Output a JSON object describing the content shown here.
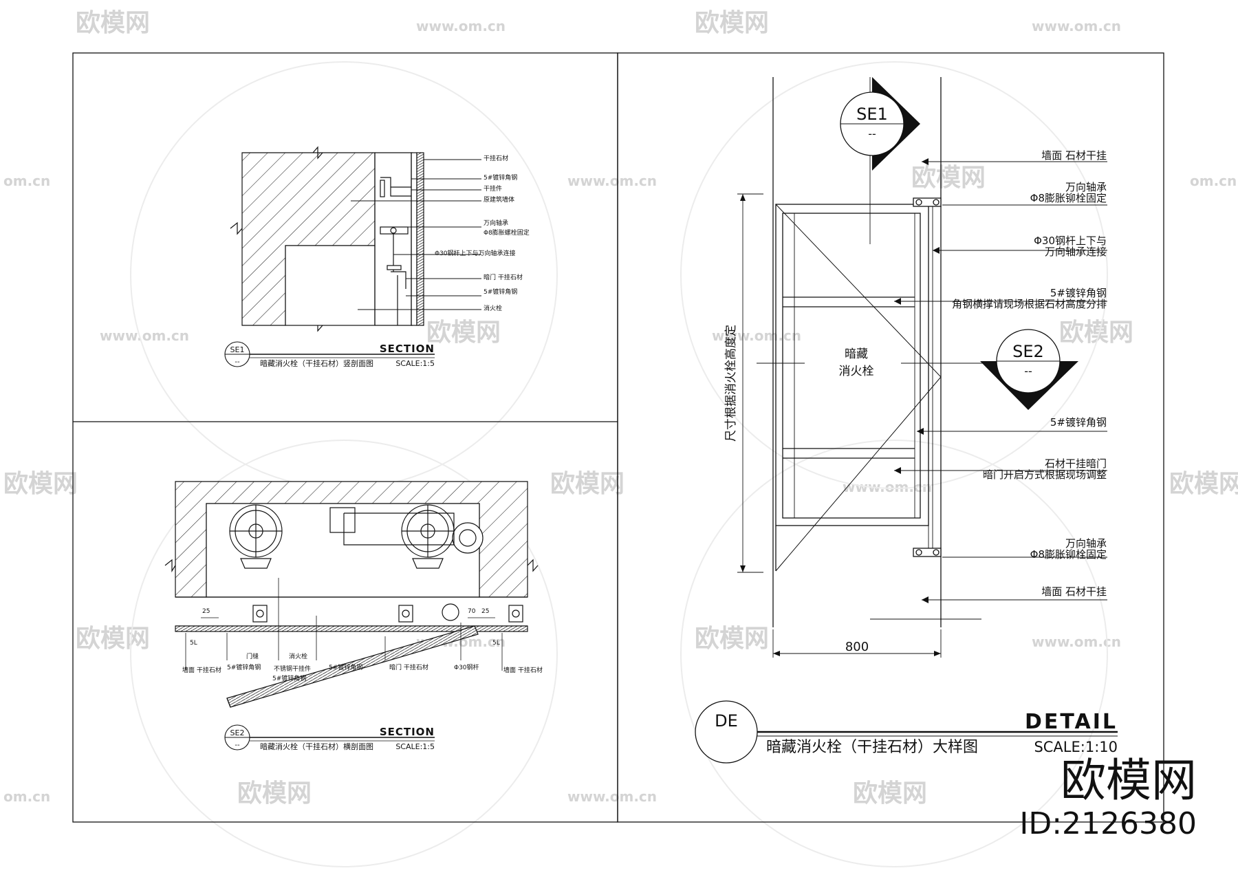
{
  "watermark": {
    "brand": "欧模网",
    "url": "www.om.cn",
    "url_short": "om.cn",
    "id": "ID:2126380"
  },
  "se1": {
    "tag": "SE1",
    "dash": "--",
    "section_label": "SECTION",
    "title": "暗藏消火栓（干挂石材）竖剖面图",
    "scale": "SCALE:1:5",
    "labels": [
      "干挂石材",
      "5#镀锌角钢",
      "干挂件",
      "原建筑墙体",
      "万向轴承",
      "Φ8膨胀螺栓固定",
      "Φ30钢杆上下与万向轴承连接",
      "暗门 干挂石材",
      "5#镀锌角钢",
      "消火栓"
    ]
  },
  "se2": {
    "tag": "SE2",
    "dash": "--",
    "section_label": "SECTION",
    "title": "暗藏消火栓（干挂石材）横剖面图",
    "scale": "SCALE:1:5",
    "dims": [
      "25",
      "70",
      "25",
      "5L",
      "5L"
    ],
    "labels": [
      "门缝",
      "消火栓",
      "5#镀锌角钢",
      "墙面 干挂石材",
      "5#镀锌角钢",
      "不锈钢干挂件",
      "5#镀锌角钢",
      "暗门 干挂石材",
      "Φ30钢杆",
      "墙面 干挂石材"
    ]
  },
  "detail": {
    "tag": "DE",
    "detail_label": "DETAIL",
    "title": "暗藏消火栓（干挂石材）大样图",
    "scale": "SCALE:1:10",
    "se1_tag": "SE1",
    "se2_tag": "SE2",
    "dash": "--",
    "center_text_1": "暗藏",
    "center_text_2": "消火栓",
    "vertical_dim": "尺寸根据消火栓高度定",
    "width_dim": "800",
    "labels": [
      [
        "墙面 石材干挂"
      ],
      [
        "万向轴承",
        "Φ8膨胀铆栓固定"
      ],
      [
        "Φ30钢杆上下与",
        "万向轴承连接"
      ],
      [
        "5#镀锌角钢",
        "角钢横撑请现场根据石材高度分排"
      ],
      [
        "5#镀锌角钢"
      ],
      [
        "石材干挂暗门",
        "暗门开启方式根据现场调整"
      ],
      [
        "万向轴承",
        "Φ8膨胀铆栓固定"
      ],
      [
        "墙面 石材干挂"
      ]
    ]
  }
}
